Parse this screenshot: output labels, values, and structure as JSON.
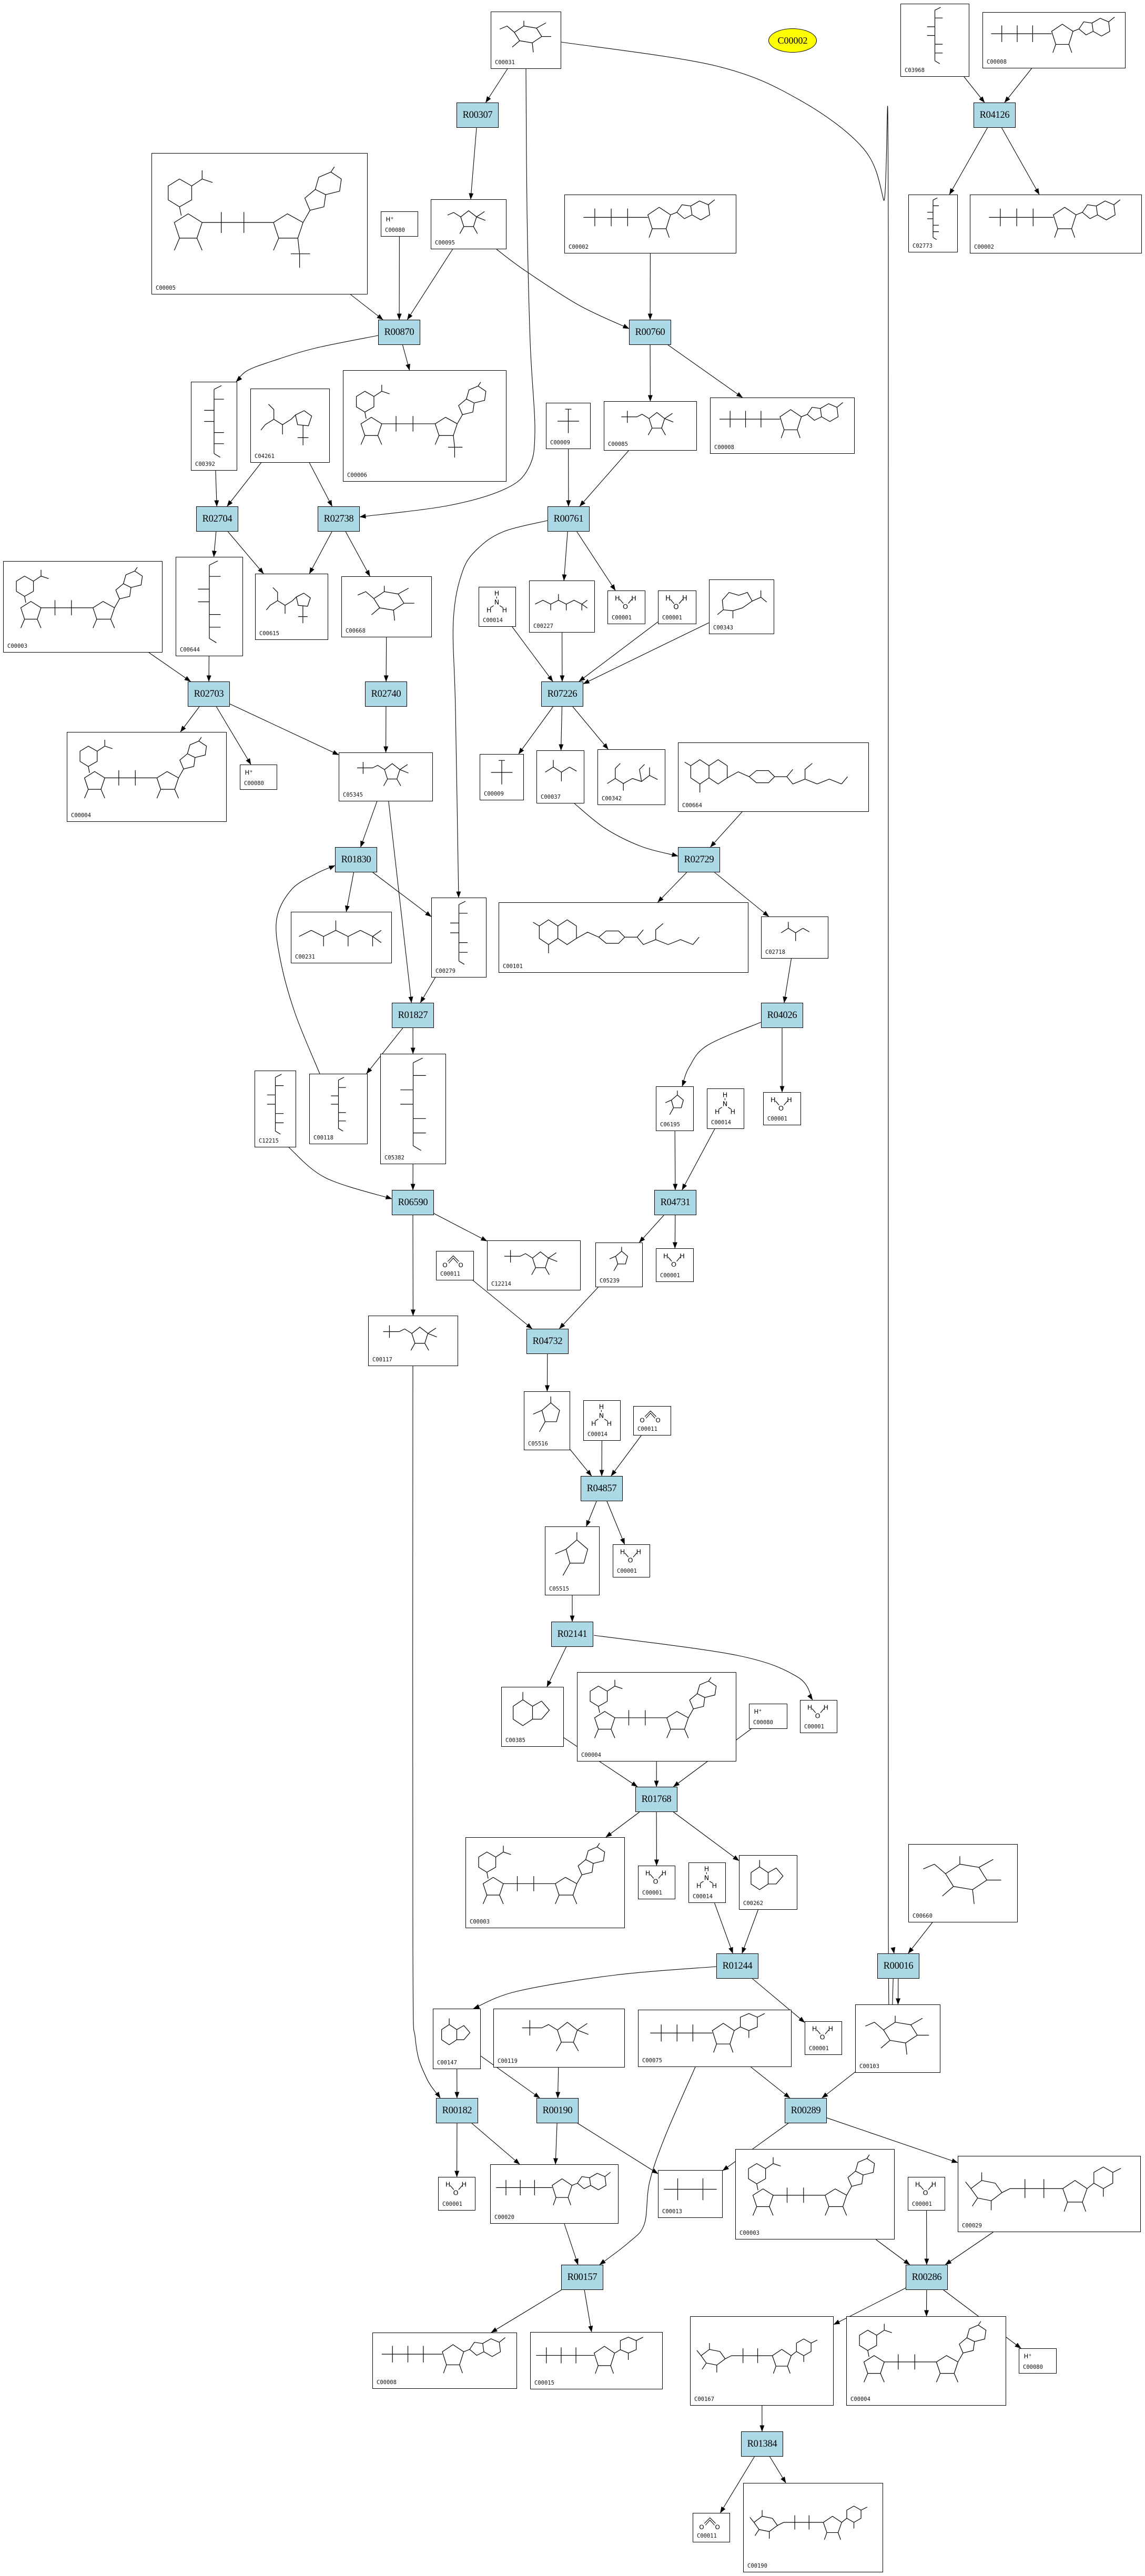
{
  "highlight": {
    "label": "C00002"
  },
  "colors": {
    "reaction_fill": "#add8e6",
    "highlight_fill": "#ffff00",
    "edge": "#000000"
  },
  "glyphs": {
    "water": [
      "H",
      "O",
      "H"
    ],
    "ammonia": [
      "H",
      "N",
      "H",
      "H"
    ],
    "co2": [
      "O",
      "O"
    ],
    "proton": "H⁺"
  },
  "nodes": [
    {
      "id": "C00031",
      "structure": "pyranose"
    },
    {
      "id": "C03968",
      "structure": "chain-vertical"
    },
    {
      "id": "C00008",
      "structure": "nucleotide"
    },
    {
      "id": "R00307"
    },
    {
      "id": "R04126"
    },
    {
      "id": "C00005",
      "structure": "dinucleotide-p"
    },
    {
      "id": "C00080",
      "structure": "proton"
    },
    {
      "id": "C00095",
      "structure": "furanose"
    },
    {
      "id": "C00002",
      "structure": "nucleotide"
    },
    {
      "id": "C02773",
      "structure": "chain-vertical"
    },
    {
      "id": "C00002",
      "structure": "nucleotide"
    },
    {
      "id": "R00870"
    },
    {
      "id": "R00760"
    },
    {
      "id": "C00392",
      "structure": "chain-vertical"
    },
    {
      "id": "C04261",
      "structure": "peptide"
    },
    {
      "id": "C00006",
      "structure": "dinucleotide-p"
    },
    {
      "id": "C00009",
      "structure": "phosphate"
    },
    {
      "id": "C00085",
      "structure": "furanose-p"
    },
    {
      "id": "C00008",
      "structure": "nucleotide"
    },
    {
      "id": "R02704"
    },
    {
      "id": "R02738"
    },
    {
      "id": "R00761"
    },
    {
      "id": "C00003",
      "structure": "dinucleotide"
    },
    {
      "id": "C00644",
      "structure": "chain-vertical"
    },
    {
      "id": "C00615",
      "structure": "peptide"
    },
    {
      "id": "C00668",
      "structure": "pyranose"
    },
    {
      "id": "C00014",
      "structure": "ammonia"
    },
    {
      "id": "C00227",
      "structure": "chain-horizontal"
    },
    {
      "id": "C00001",
      "structure": "water"
    },
    {
      "id": "C00001",
      "structure": "water"
    },
    {
      "id": "C00343",
      "structure": "thiol-ring"
    },
    {
      "id": "R02703"
    },
    {
      "id": "R02740"
    },
    {
      "id": "R07226"
    },
    {
      "id": "C00004",
      "structure": "dinucleotide"
    },
    {
      "id": "C00080",
      "structure": "proton"
    },
    {
      "id": "C05345",
      "structure": "furanose-p"
    },
    {
      "id": "C00009",
      "structure": "phosphate"
    },
    {
      "id": "C00037",
      "structure": "amino-acid"
    },
    {
      "id": "C00342",
      "structure": "dithiol"
    },
    {
      "id": "C00664",
      "structure": "pteridine"
    },
    {
      "id": "R01830"
    },
    {
      "id": "R02729"
    },
    {
      "id": "C00231",
      "structure": "chain-horizontal"
    },
    {
      "id": "C00279",
      "structure": "chain-vertical"
    },
    {
      "id": "C00101",
      "structure": "pteridine"
    },
    {
      "id": "C02718",
      "structure": "amino-acid"
    },
    {
      "id": "R01827"
    },
    {
      "id": "R04026"
    },
    {
      "id": "C12215",
      "structure": "chain-vertical"
    },
    {
      "id": "C00118",
      "structure": "chain-vertical"
    },
    {
      "id": "C05382",
      "structure": "chain-vertical"
    },
    {
      "id": "C06195",
      "structure": "imidazole"
    },
    {
      "id": "C00014",
      "structure": "ammonia"
    },
    {
      "id": "C00001",
      "structure": "water"
    },
    {
      "id": "R06590"
    },
    {
      "id": "R04731"
    },
    {
      "id": "C00011",
      "structure": "co2"
    },
    {
      "id": "C12214",
      "structure": "furanose-p"
    },
    {
      "id": "C05239",
      "structure": "imidazole"
    },
    {
      "id": "C00001",
      "structure": "water"
    },
    {
      "id": "C00117",
      "structure": "furanose-p"
    },
    {
      "id": "R04732"
    },
    {
      "id": "C05516",
      "structure": "imidazole"
    },
    {
      "id": "C00014",
      "structure": "ammonia"
    },
    {
      "id": "C00011",
      "structure": "co2"
    },
    {
      "id": "R04857"
    },
    {
      "id": "C05515",
      "structure": "imidazole"
    },
    {
      "id": "C00001",
      "structure": "water"
    },
    {
      "id": "R02141"
    },
    {
      "id": "C00385",
      "structure": "purine"
    },
    {
      "id": "C00004",
      "structure": "dinucleotide"
    },
    {
      "id": "C00080",
      "structure": "proton"
    },
    {
      "id": "C00001",
      "structure": "water"
    },
    {
      "id": "R01768"
    },
    {
      "id": "C00003",
      "structure": "dinucleotide"
    },
    {
      "id": "C00001",
      "structure": "water"
    },
    {
      "id": "C00014",
      "structure": "ammonia"
    },
    {
      "id": "C00262",
      "structure": "purine"
    },
    {
      "id": "C00660",
      "structure": "pyranose"
    },
    {
      "id": "R01244"
    },
    {
      "id": "R00016"
    },
    {
      "id": "C00147",
      "structure": "purine"
    },
    {
      "id": "C00119",
      "structure": "furanose-p"
    },
    {
      "id": "C00075",
      "structure": "uridine-nucleotide"
    },
    {
      "id": "C00001",
      "structure": "water"
    },
    {
      "id": "C00103",
      "structure": "pyranose"
    },
    {
      "id": "R00182"
    },
    {
      "id": "R00190"
    },
    {
      "id": "R00289"
    },
    {
      "id": "C00001",
      "structure": "water"
    },
    {
      "id": "C00020",
      "structure": "nucleotide"
    },
    {
      "id": "C00013",
      "structure": "diphosphate"
    },
    {
      "id": "C00003",
      "structure": "dinucleotide"
    },
    {
      "id": "C00001",
      "structure": "water"
    },
    {
      "id": "C00029",
      "structure": "sugar-nucleotide"
    },
    {
      "id": "R00157"
    },
    {
      "id": "R00286"
    },
    {
      "id": "C00008",
      "structure": "nucleotide"
    },
    {
      "id": "C00015",
      "structure": "uridine-nucleotide"
    },
    {
      "id": "C00167",
      "structure": "sugar-nucleotide"
    },
    {
      "id": "C00004",
      "structure": "dinucleotide"
    },
    {
      "id": "C00080",
      "structure": "proton"
    },
    {
      "id": "R01384"
    },
    {
      "id": "C00011",
      "structure": "co2"
    },
    {
      "id": "C00190",
      "structure": "sugar-nucleotide"
    }
  ],
  "edges": [
    [
      0,
      3
    ],
    [
      0,
      20
    ],
    [
      0,
      81
    ],
    [
      1,
      4
    ],
    [
      2,
      4
    ],
    [
      4,
      9
    ],
    [
      4,
      10
    ],
    [
      3,
      7
    ],
    [
      5,
      11
    ],
    [
      6,
      11
    ],
    [
      7,
      11
    ],
    [
      7,
      12
    ],
    [
      8,
      12
    ],
    [
      11,
      13
    ],
    [
      11,
      15
    ],
    [
      12,
      17
    ],
    [
      12,
      18
    ],
    [
      13,
      19
    ],
    [
      14,
      19
    ],
    [
      14,
      20
    ],
    [
      16,
      21
    ],
    [
      17,
      21
    ],
    [
      19,
      23
    ],
    [
      19,
      24
    ],
    [
      20,
      24
    ],
    [
      20,
      25
    ],
    [
      21,
      27
    ],
    [
      21,
      28
    ],
    [
      21,
      44
    ],
    [
      22,
      31
    ],
    [
      23,
      31
    ],
    [
      25,
      32
    ],
    [
      26,
      33
    ],
    [
      27,
      33
    ],
    [
      29,
      33
    ],
    [
      30,
      33
    ],
    [
      31,
      34
    ],
    [
      31,
      35
    ],
    [
      31,
      36
    ],
    [
      32,
      36
    ],
    [
      33,
      37
    ],
    [
      33,
      38
    ],
    [
      33,
      39
    ],
    [
      36,
      41
    ],
    [
      36,
      47
    ],
    [
      38,
      42
    ],
    [
      40,
      42
    ],
    [
      41,
      43
    ],
    [
      41,
      44
    ],
    [
      42,
      45
    ],
    [
      42,
      46
    ],
    [
      44,
      47
    ],
    [
      46,
      48
    ],
    [
      47,
      50
    ],
    [
      47,
      51
    ],
    [
      50,
      41
    ],
    [
      48,
      52
    ],
    [
      48,
      54
    ],
    [
      49,
      55
    ],
    [
      51,
      55
    ],
    [
      52,
      56
    ],
    [
      53,
      56
    ],
    [
      55,
      58
    ],
    [
      55,
      61
    ],
    [
      56,
      59
    ],
    [
      56,
      60
    ],
    [
      57,
      62
    ],
    [
      59,
      62
    ],
    [
      62,
      63
    ],
    [
      63,
      66
    ],
    [
      64,
      66
    ],
    [
      65,
      66
    ],
    [
      66,
      67
    ],
    [
      66,
      68
    ],
    [
      67,
      69
    ],
    [
      69,
      70
    ],
    [
      69,
      73
    ],
    [
      70,
      74
    ],
    [
      71,
      74
    ],
    [
      72,
      74
    ],
    [
      74,
      75
    ],
    [
      74,
      76
    ],
    [
      74,
      78
    ],
    [
      77,
      80
    ],
    [
      78,
      80
    ],
    [
      79,
      81
    ],
    [
      80,
      82
    ],
    [
      80,
      85
    ],
    [
      81,
      86
    ],
    [
      61,
      87
    ],
    [
      82,
      87
    ],
    [
      82,
      88
    ],
    [
      83,
      88
    ],
    [
      84,
      89
    ],
    [
      86,
      89
    ],
    [
      84,
      96
    ],
    [
      87,
      90
    ],
    [
      87,
      91
    ],
    [
      88,
      91
    ],
    [
      88,
      92
    ],
    [
      89,
      92
    ],
    [
      89,
      95
    ],
    [
      91,
      96
    ],
    [
      93,
      97
    ],
    [
      94,
      97
    ],
    [
      95,
      97
    ],
    [
      96,
      98
    ],
    [
      96,
      99
    ],
    [
      97,
      100
    ],
    [
      97,
      101
    ],
    [
      97,
      102
    ],
    [
      100,
      103
    ],
    [
      103,
      104
    ],
    [
      103,
      105
    ]
  ]
}
